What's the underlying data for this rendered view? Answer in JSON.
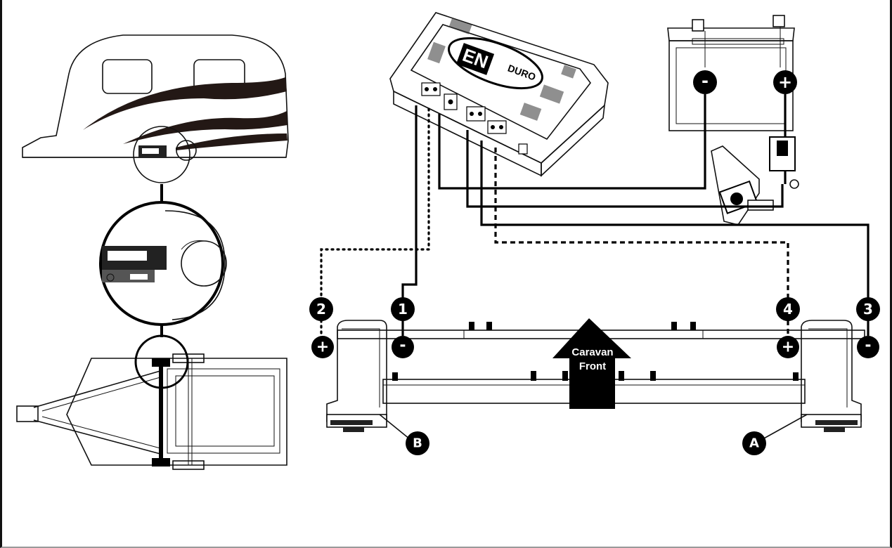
{
  "controller": {
    "logo_en": "EN",
    "logo_duro": "DURO"
  },
  "arrow": {
    "line1": "Caravan",
    "line2": "Front"
  },
  "labels": {
    "conn1": "1",
    "conn2": "2",
    "conn3": "3",
    "conn4": "4",
    "motor_a": "A",
    "motor_b": "B"
  },
  "polarity": {
    "battery_neg": "-",
    "battery_pos": "+",
    "conn1": "-",
    "conn2": "+",
    "conn3": "-",
    "conn4": "+"
  },
  "colors": {
    "ink": "#000000",
    "stripe": "#231815"
  }
}
